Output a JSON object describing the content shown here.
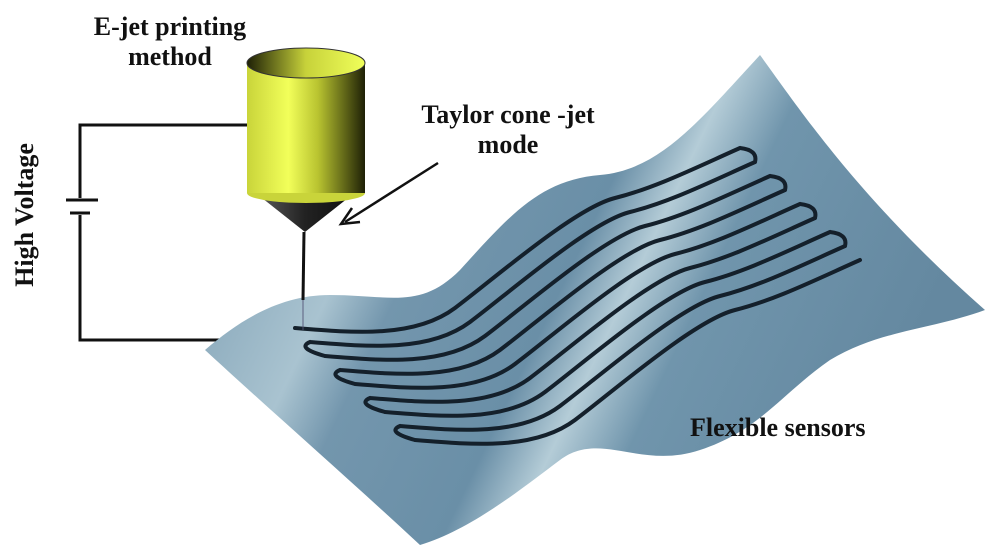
{
  "labels": {
    "method": "E-jet printing method",
    "method_line1": "E-jet printing",
    "method_line2": "method",
    "taylor_line1": "Taylor cone -jet",
    "taylor_line2": "mode",
    "voltage": "High Voltage",
    "sensors": "Flexible sensors"
  },
  "colors": {
    "nozzle": "#e6f04a",
    "substrate": "#6f93aa",
    "trace": "#14202b"
  }
}
